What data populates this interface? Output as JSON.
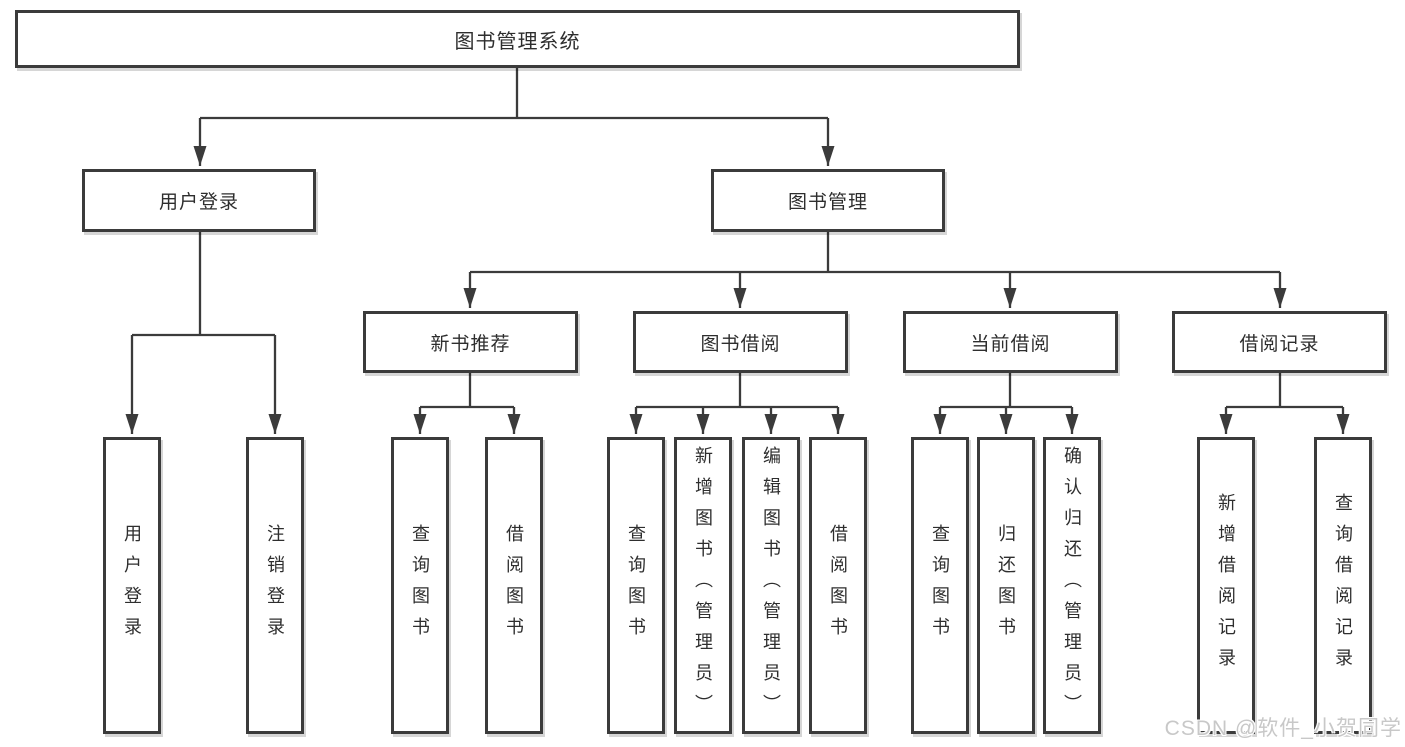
{
  "diagram": {
    "root": {
      "label": "图书管理系统"
    },
    "branches": [
      {
        "label": "用户登录",
        "children": [
          {
            "label": "用户登录"
          },
          {
            "label": "注销登录"
          }
        ]
      },
      {
        "label": "图书管理",
        "children": [
          {
            "label": "新书推荐",
            "children": [
              {
                "label": "查询图书"
              },
              {
                "label": "借阅图书"
              }
            ]
          },
          {
            "label": "图书借阅",
            "children": [
              {
                "label": "查询图书"
              },
              {
                "label": "新增图书（管理员）"
              },
              {
                "label": "编辑图书（管理员）"
              },
              {
                "label": "借阅图书"
              }
            ]
          },
          {
            "label": "当前借阅",
            "children": [
              {
                "label": "查询图书"
              },
              {
                "label": "归还图书"
              },
              {
                "label": "确认归还（管理员）"
              }
            ]
          },
          {
            "label": "借阅记录",
            "children": [
              {
                "label": "新增借阅记录"
              },
              {
                "label": "查询借阅记录"
              }
            ]
          }
        ]
      }
    ]
  },
  "watermark": {
    "text": "CSDN @软件_小贺同学"
  },
  "colors": {
    "line": "#3b3b3b",
    "box_border": "#3b3b3b",
    "text": "#2e2e2e",
    "background": "#ffffff",
    "watermark": "#c8c8c8"
  }
}
